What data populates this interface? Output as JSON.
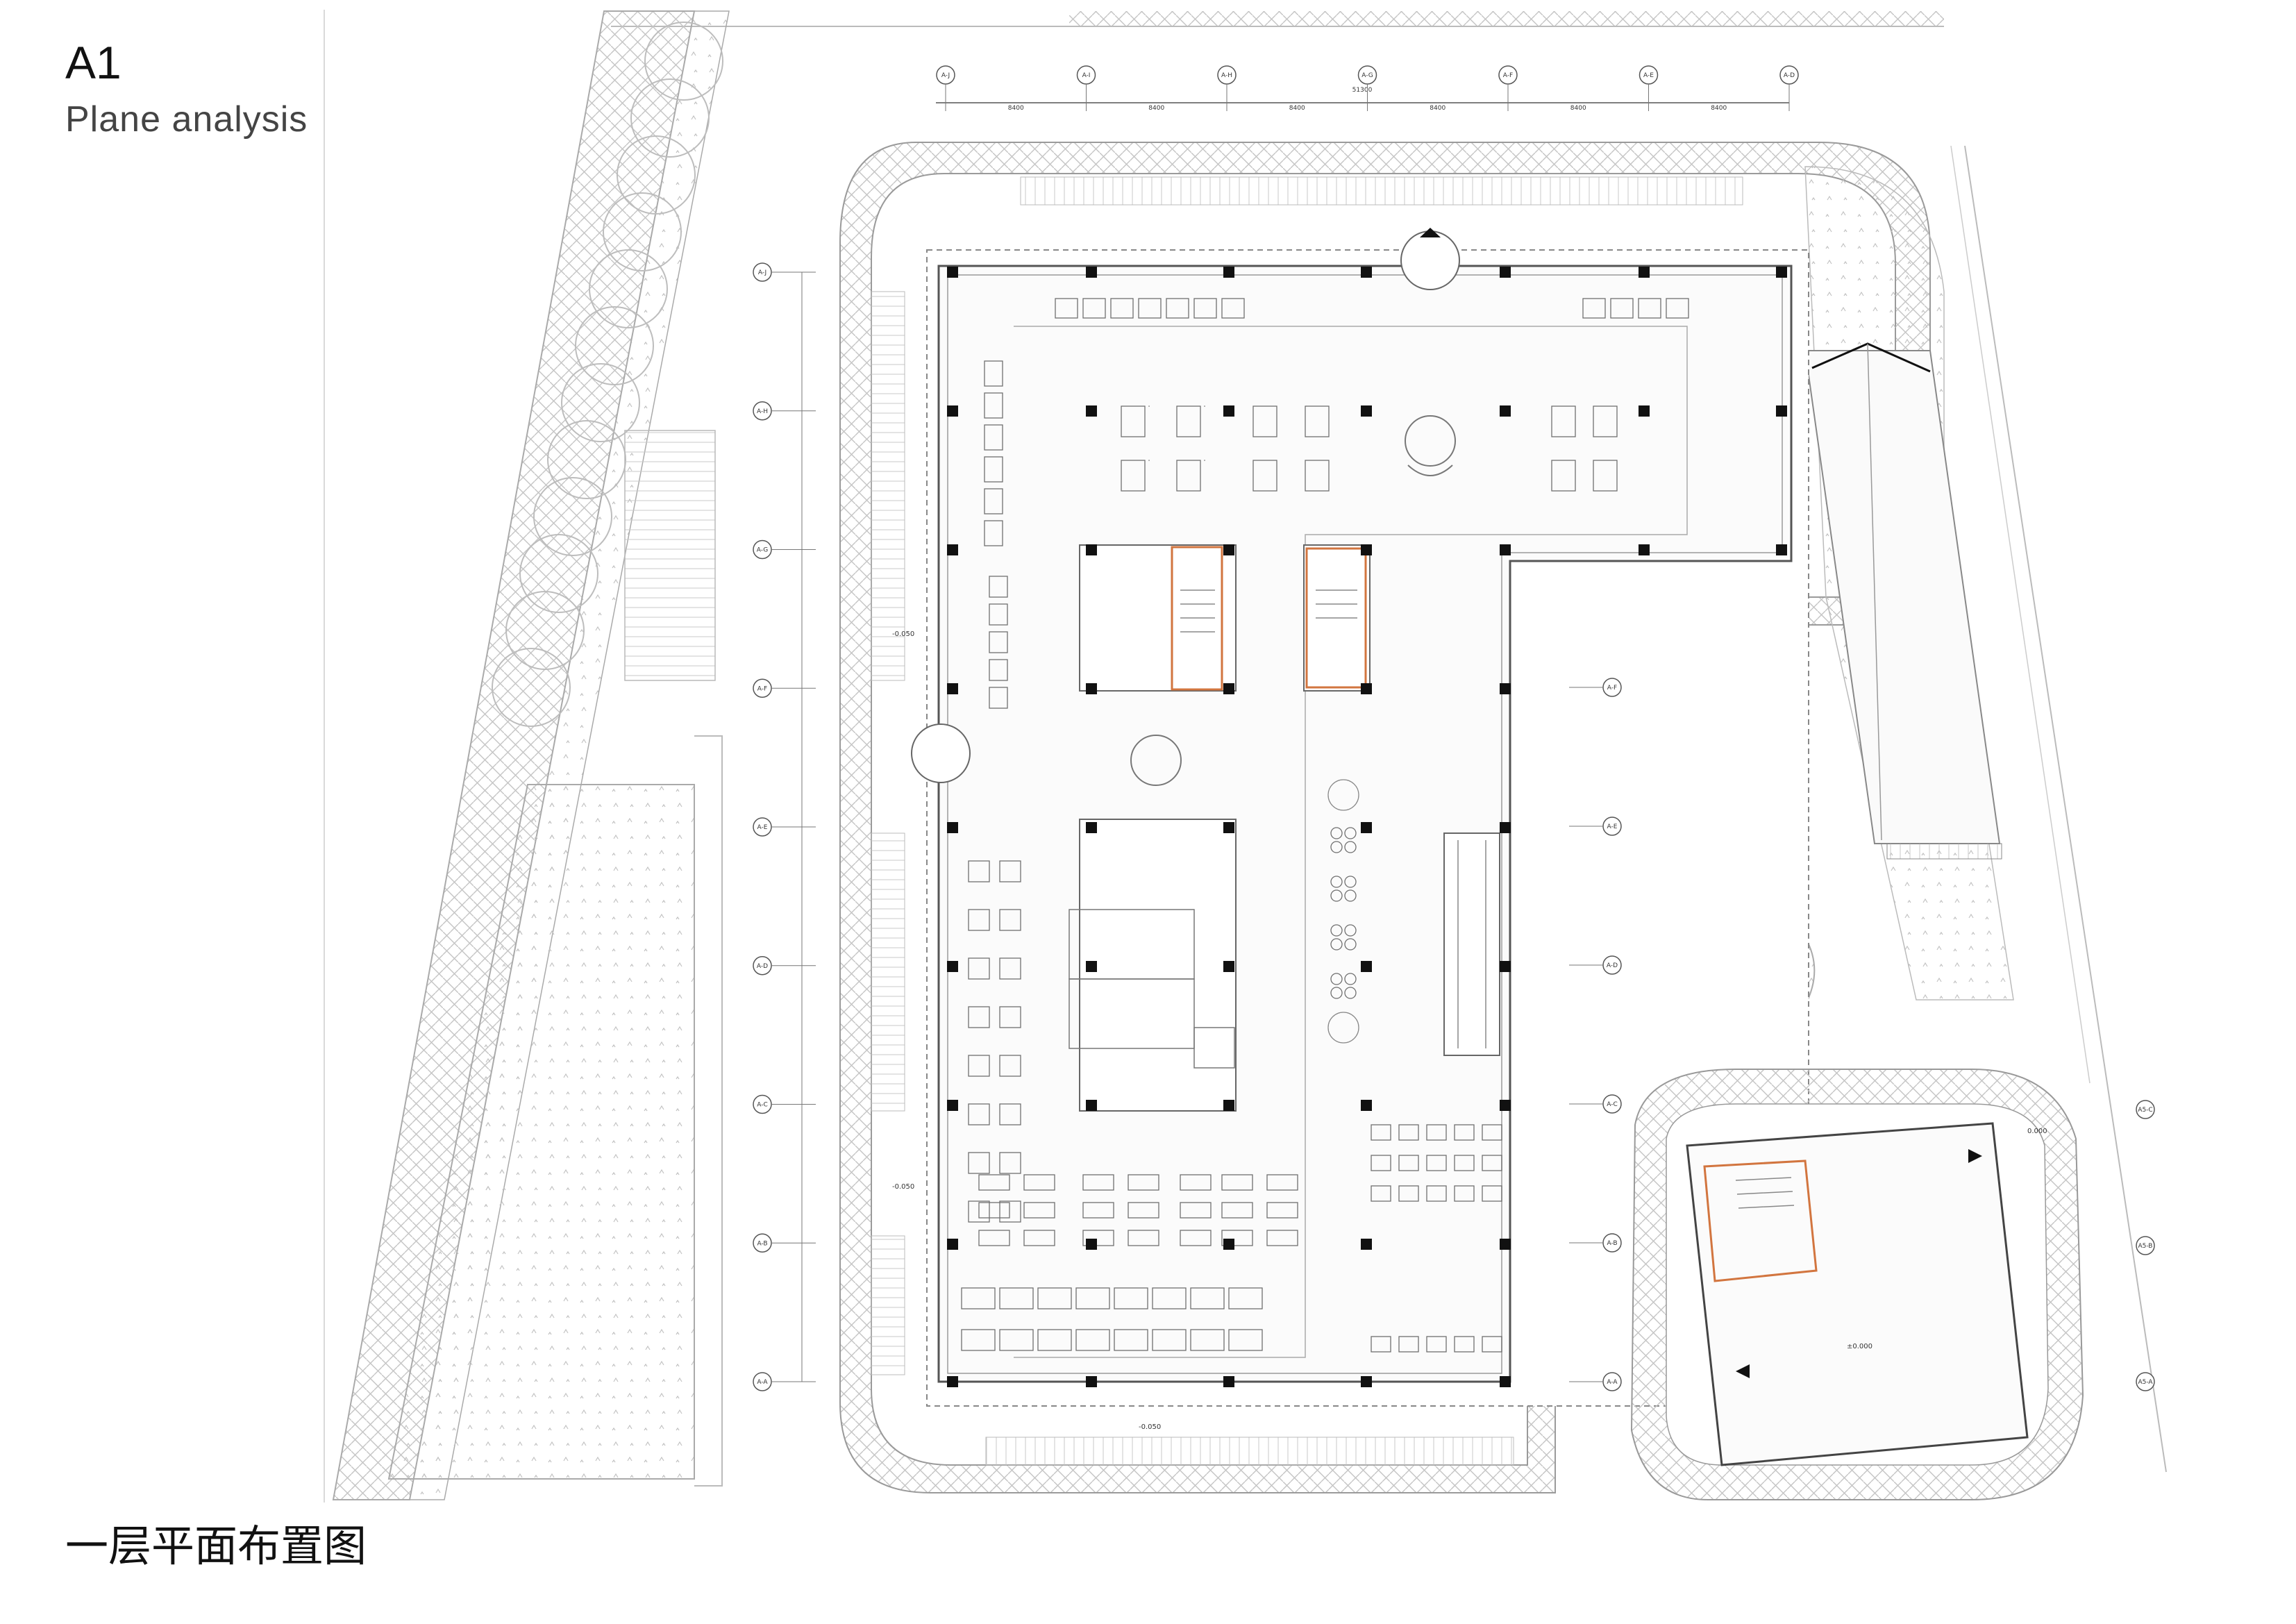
{
  "sheet": {
    "code": "A1",
    "subtitle": "Plane analysis",
    "plan_title": "一层平面布置图"
  },
  "plan": {
    "overall_dimension": "51300",
    "bay_dimension": "8400",
    "levels": {
      "entry": "-0.050",
      "ground": "±0.000",
      "side": "0.000",
      "annex": "±0.000"
    },
    "north_grid": [
      "A-J",
      "A-I",
      "A-H",
      "A-G",
      "A-F",
      "A-E",
      "A-D"
    ],
    "west_grid": [
      "A-J",
      "A-H",
      "A-G",
      "A-F",
      "A-E",
      "A-D",
      "A-C",
      "A-B",
      "A-A"
    ],
    "east_grid": [
      "A-F",
      "A-E",
      "A-D",
      "A-C",
      "A-B",
      "A-A"
    ],
    "annex_grid": [
      "A5-C",
      "A5-B",
      "A5-A"
    ]
  },
  "colors": {
    "line": "#6f6f6f",
    "light_line": "#b5b5b5",
    "column": "#111111",
    "core_accent": "#d2753f",
    "hatch": "#c9c9c9"
  }
}
